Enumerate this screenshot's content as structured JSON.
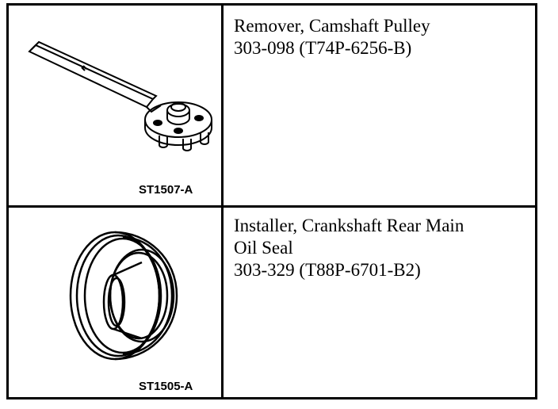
{
  "rows": [
    {
      "figure_label": "ST1507-A",
      "figure_icon": "camshaft-pulley-remover-icon",
      "lines": [
        "Remover, Camshaft Pulley",
        "303-098 (T74P-6256-B)"
      ]
    },
    {
      "figure_label": "ST1505-A",
      "figure_icon": "rear-main-oil-seal-installer-icon",
      "lines": [
        "Installer, Crankshaft Rear Main",
        "Oil Seal",
        "303-329 (T88P-6701-B2)"
      ]
    }
  ]
}
